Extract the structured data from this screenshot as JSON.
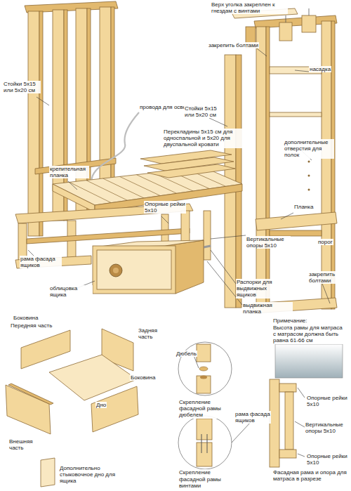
{
  "diagram": {
    "labels": [
      "Верх уголка закреплен к гнездам с винтами",
      "закрепить болтами",
      "насадка",
      "Стойки 5x15 или 5x20 см",
      "провода для освещения",
      "Стойки 5x15 или 5x20 см",
      "Перекладины 5x15 см для односпальной и 5x20 для двуспальной кровати",
      "дополнительные отверстия для полок",
      "крепительная планка",
      "Опорные рейки 5x10",
      "Вертикальные опоры 5x10",
      "Планка",
      "порог",
      "рама фасада ящиков",
      "облицовка ящика",
      "Распорки для выдвижных ящиков",
      "выдвижная планка",
      "закрепить болтами",
      "Боковина",
      "Передняя часть",
      "Задняя часть",
      "Боковина",
      "Дно",
      "Внешняя часть",
      "Дополнительно стыковочное дно для ящика",
      "Дюбель",
      "Скрепление фасадной рамы дюбелем",
      "рама фасада ящиков",
      "Скрепление фасадной рамы винтами",
      "Примечание:",
      "Высота рамы для матраса с матрасом должна быть равна 61-66 см",
      "Опорные рейки 5x10",
      "Вертикальные опоры 5x10",
      "Опорные рейки 5x10",
      "Фасадная рама и опора для матраса в разрезе"
    ]
  }
}
